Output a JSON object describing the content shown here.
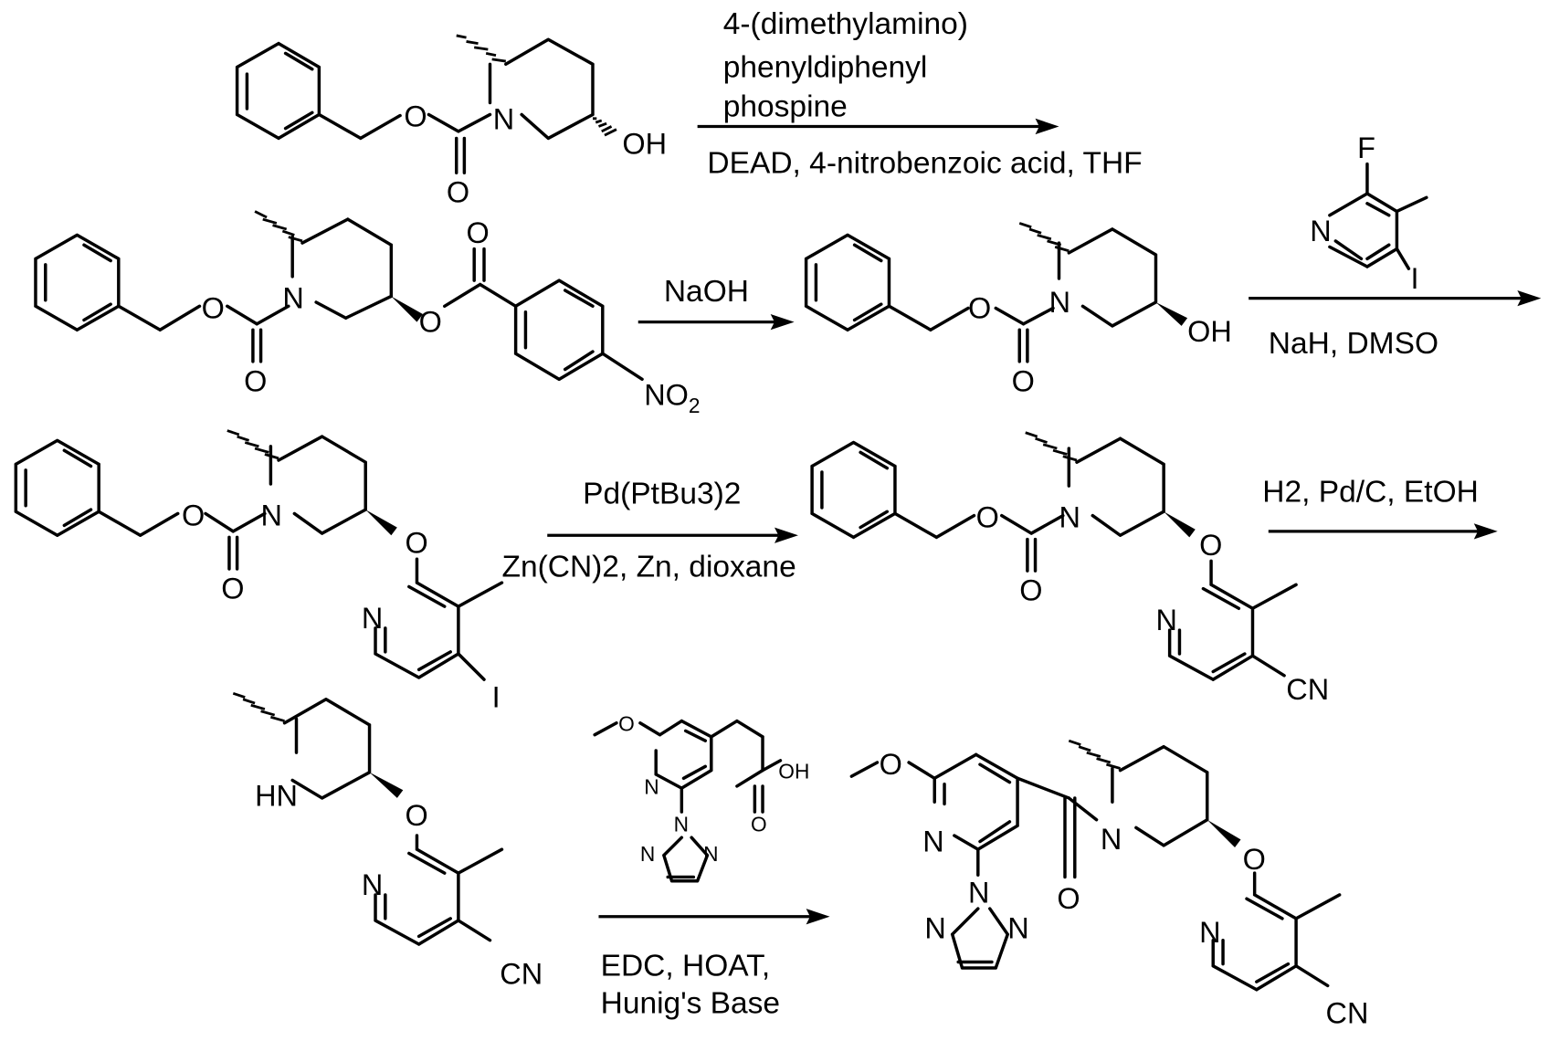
{
  "steps": [
    {
      "reagents_above": [
        "4-(dimethylamino)",
        "phenyldiphenyl",
        "phospine"
      ],
      "reagents_below": [
        "DEAD, 4-nitrobenzoic acid, THF"
      ]
    },
    {
      "reagents_above": [
        "NaOH"
      ],
      "reagents_below": []
    },
    {
      "reagents_above": [],
      "reagents_below": [
        "NaH, DMSO"
      ]
    },
    {
      "reagents_above": [
        "Pd(PtBu3)2"
      ],
      "reagents_below": [
        "Zn(CN)2, Zn, dioxane"
      ]
    },
    {
      "reagents_above": [
        "H2, Pd/C, EtOH"
      ],
      "reagents_below": []
    },
    {
      "reagents_above": [],
      "reagents_below": [
        "EDC, HOAT,",
        "Hunig's Base"
      ]
    }
  ],
  "atoms": {
    "O": "O",
    "N": "N",
    "OH": "OH",
    "HN": "HN",
    "F": "F",
    "I": "I",
    "CN": "CN",
    "NO": "NO",
    "two": "2"
  }
}
